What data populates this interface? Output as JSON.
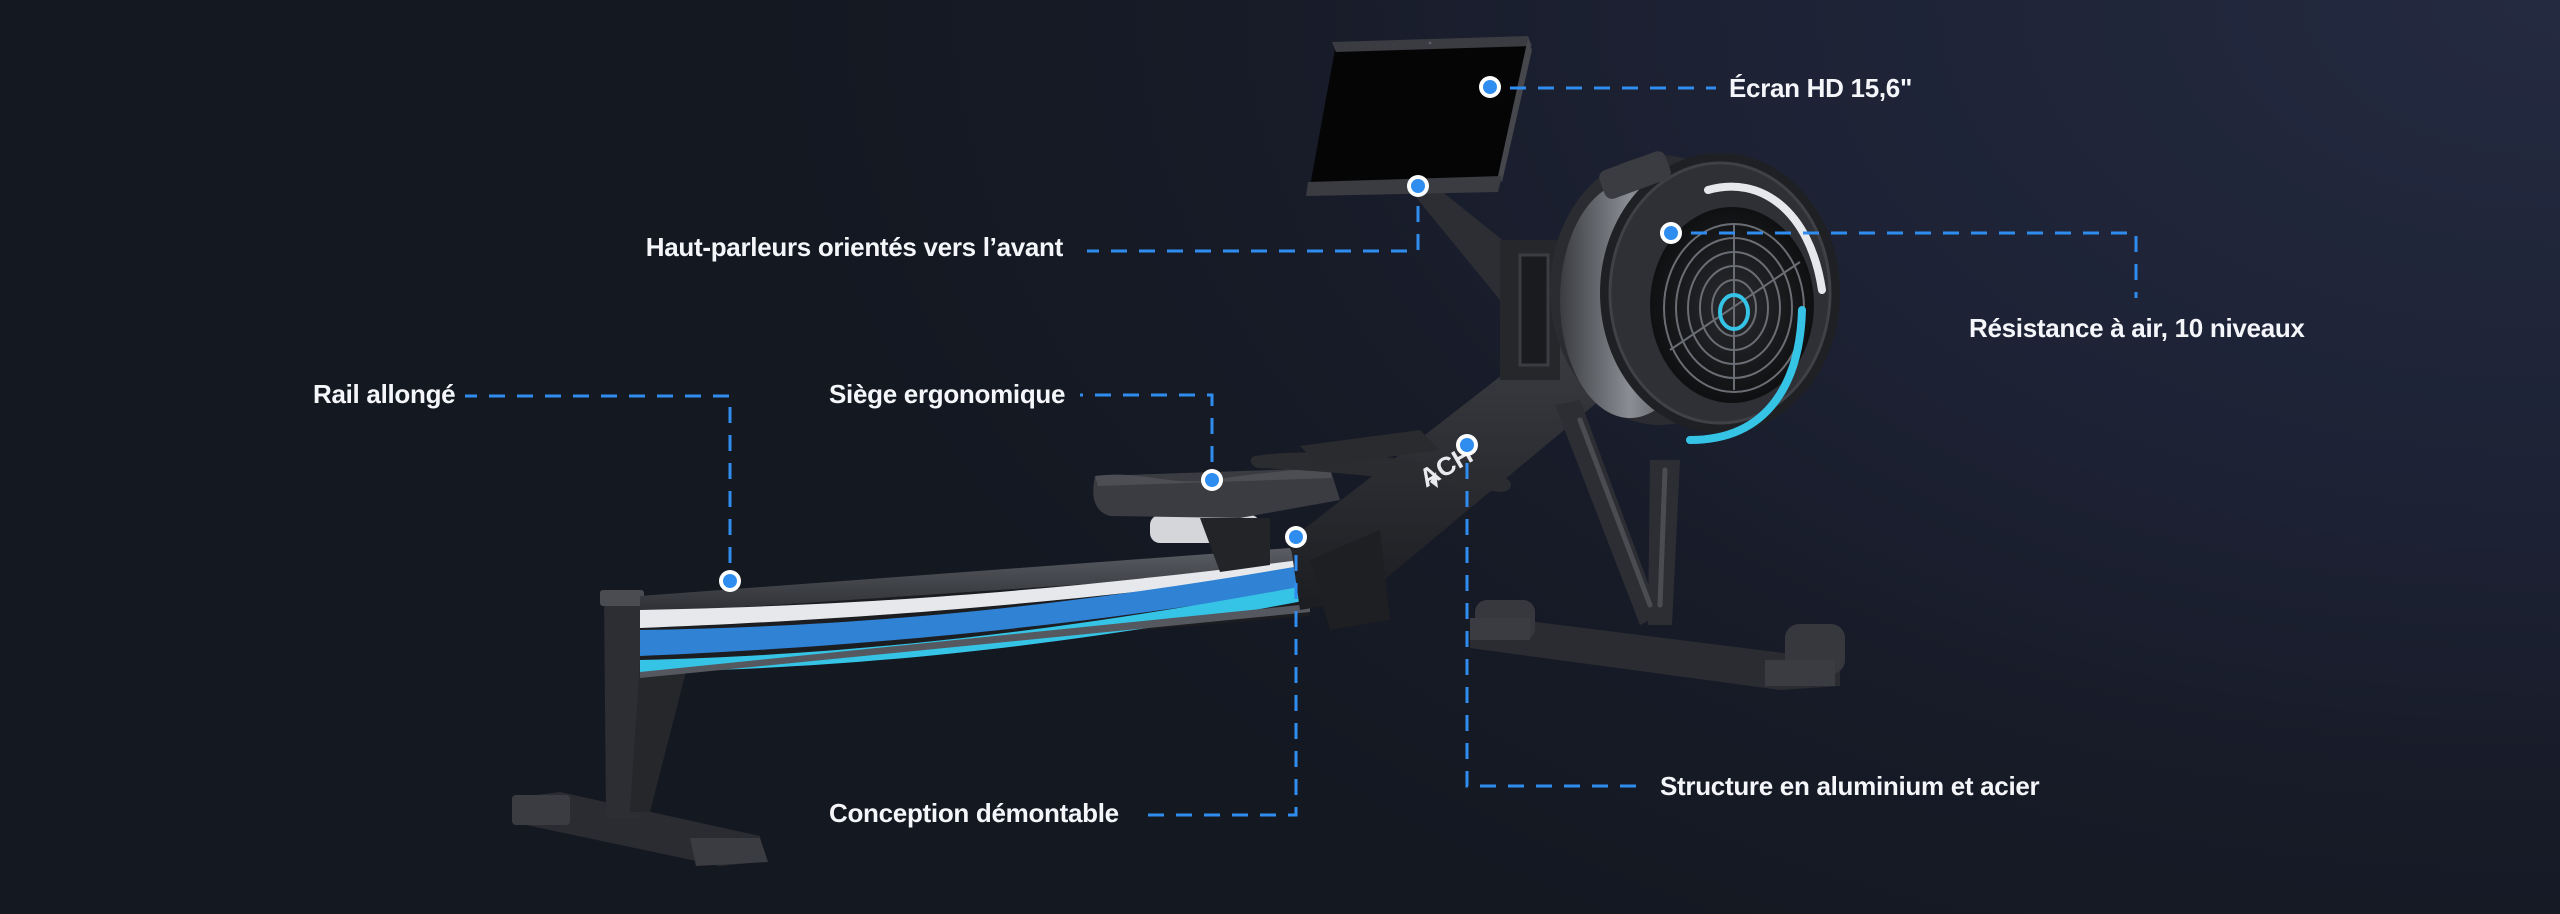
{
  "theme": {
    "accent": "#2f8df0",
    "accent_cyan": "#35c3e6",
    "label_color": "#f4f6fa",
    "background_left": "#161a24",
    "background_right": "#22283d"
  },
  "product": {
    "brand_mark": "MERACH",
    "brand_visible": "ACH"
  },
  "callouts": [
    {
      "id": "screen",
      "label": "Écran HD 15,6\""
    },
    {
      "id": "speakers",
      "label": "Haut-parleurs orientés vers l’avant"
    },
    {
      "id": "air-resistance",
      "label": "Résistance à air, 10 niveaux"
    },
    {
      "id": "rail",
      "label": "Rail allongé"
    },
    {
      "id": "seat",
      "label": "Siège ergonomique"
    },
    {
      "id": "foldable",
      "label": "Conception démontable"
    },
    {
      "id": "frame",
      "label": "Structure en aluminium et acier"
    }
  ]
}
